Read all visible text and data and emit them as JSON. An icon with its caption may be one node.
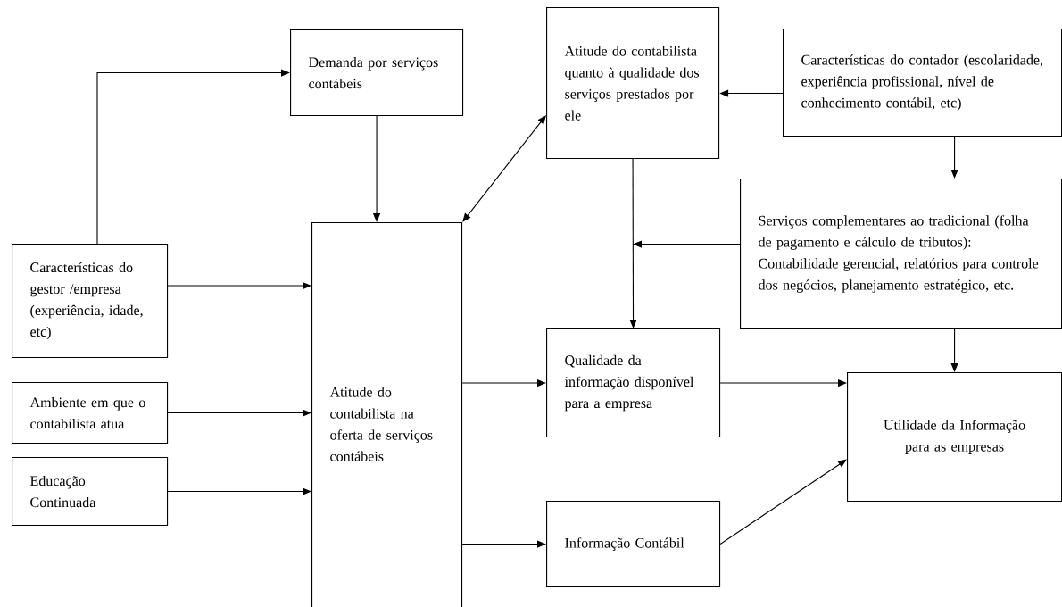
{
  "diagram": {
    "nodes": [
      {
        "text": [
          "Demanda por serviços contábeis"
        ]
      },
      {
        "text": [
          "Atitude do contabilista quanto à qualidade dos serviços prestados por ele"
        ]
      },
      {
        "text": [
          "Características do contador (escolaridade, experiência profissional, nível de conhecimento contábil, etc)"
        ]
      },
      {
        "text": [
          "Características  do gestor /empresa (experiência, idade, etc)"
        ]
      },
      {
        "text": [
          "Ambiente em que o contabilista atua"
        ]
      },
      {
        "text": [
          "Atitude do contabilista na oferta de serviços contábeis"
        ]
      },
      {
        "text": [
          "Serviços complementares ao tradicional (folha de pagamento e cálculo de tributos):",
          "Contabilidade gerencial, relatórios para controle dos negócios, planejamento estratégico, etc."
        ]
      },
      {
        "text": [
          "Educação Continuada"
        ]
      },
      {
        "text": [
          "Qualidade da informação disponível para a empresa"
        ]
      },
      {
        "text": [
          "Informação Contábil"
        ]
      },
      {
        "text": [
          "Utilidade da Informação para as empresas"
        ]
      }
    ],
    "edges": [
      {
        "from": 3,
        "to": 0,
        "arrow": "to"
      },
      {
        "from": 0,
        "to": 5,
        "arrow": "to"
      },
      {
        "from": 5,
        "to": 1,
        "arrow": "both"
      },
      {
        "from": 2,
        "to": 1,
        "arrow": "to"
      },
      {
        "from": 2,
        "to": 6,
        "arrow": "to"
      },
      {
        "from": 1,
        "to": 8,
        "arrow": "to"
      },
      {
        "from": 6,
        "to": null,
        "arrow": "to"
      },
      {
        "from": 3,
        "to": 5,
        "arrow": "to"
      },
      {
        "from": 4,
        "to": 5,
        "arrow": "to"
      },
      {
        "from": 7,
        "to": 5,
        "arrow": "to"
      },
      {
        "from": 5,
        "to": 8,
        "arrow": "to"
      },
      {
        "from": 5,
        "to": 9,
        "arrow": "to"
      },
      {
        "from": 8,
        "to": 10,
        "arrow": "to"
      },
      {
        "from": 9,
        "to": 10,
        "arrow": "to"
      },
      {
        "from": 6,
        "to": 10,
        "arrow": "to"
      }
    ]
  }
}
